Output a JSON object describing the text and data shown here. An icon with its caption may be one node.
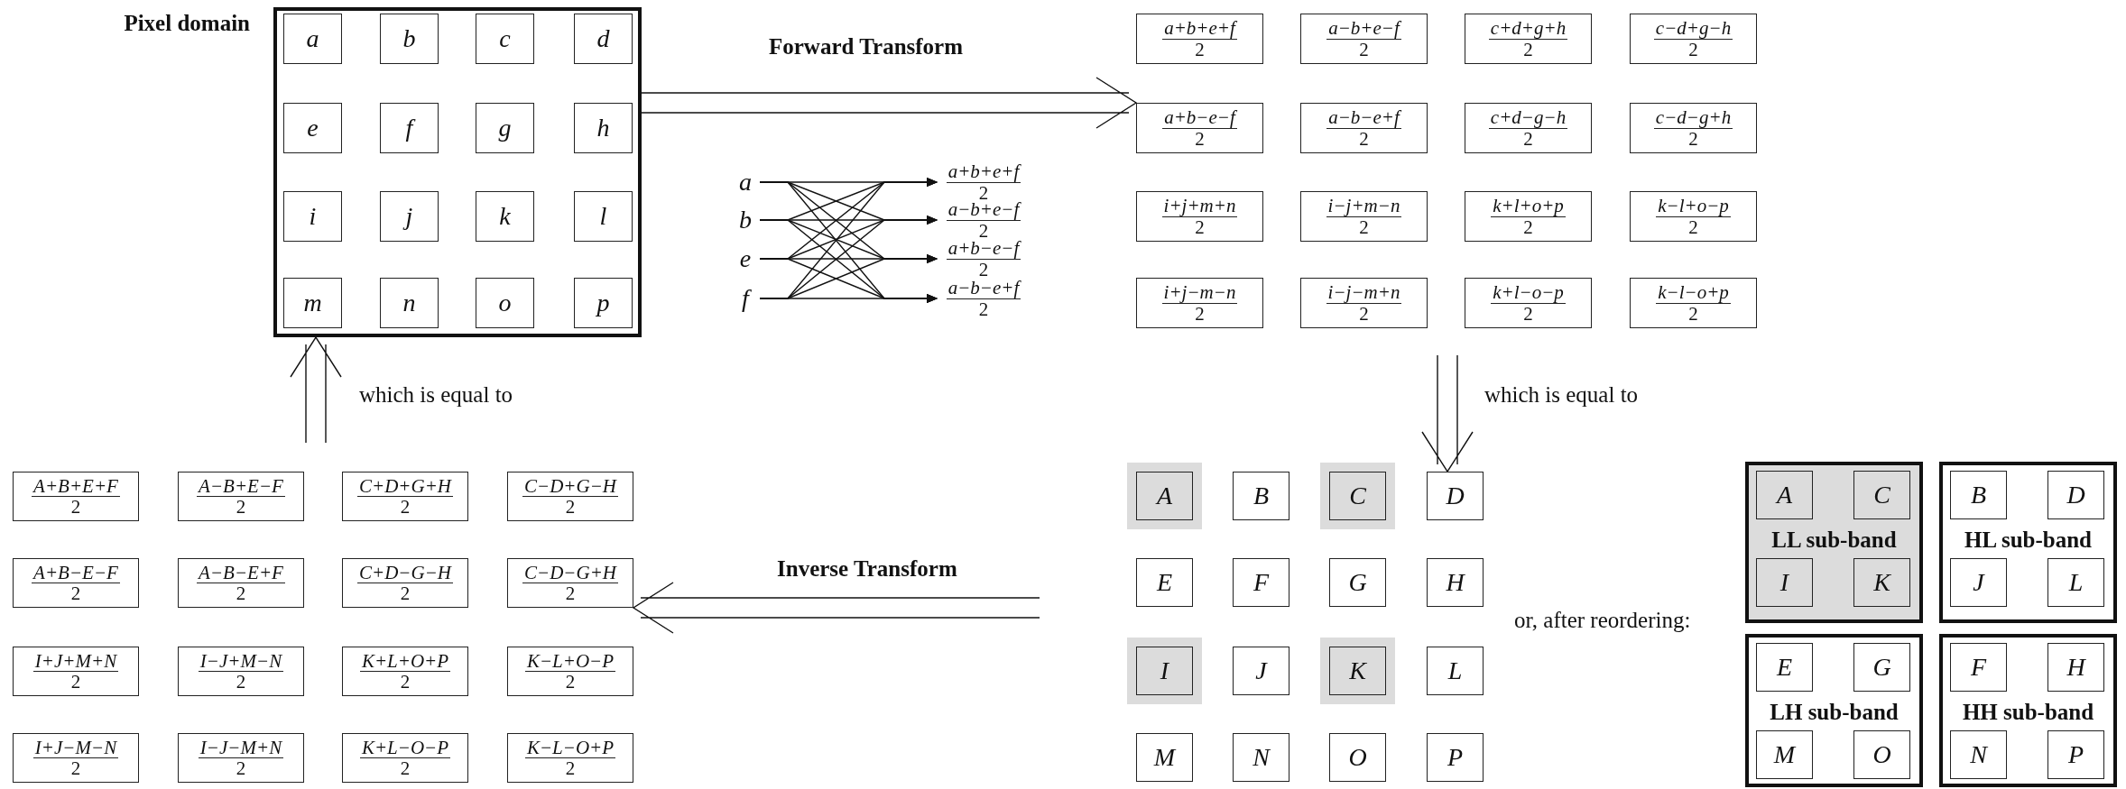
{
  "diagram": {
    "nodes": [
      {
        "text": [
          "Pixel domain"
        ]
      },
      {
        "text": [
          "a"
        ],
        "in": 0
      },
      {
        "text": [
          "b"
        ],
        "in": 0
      },
      {
        "text": [
          "c"
        ],
        "in": 0
      },
      {
        "text": [
          "d"
        ],
        "in": 0
      },
      {
        "text": [
          "e"
        ],
        "in": 0
      },
      {
        "text": [
          "f"
        ],
        "in": 0
      },
      {
        "text": [
          "g"
        ],
        "in": 0
      },
      {
        "text": [
          "h"
        ],
        "in": 0
      },
      {
        "text": [
          "i"
        ],
        "in": 0
      },
      {
        "text": [
          "j"
        ],
        "in": 0
      },
      {
        "text": [
          "k"
        ],
        "in": 0
      },
      {
        "text": [
          "l"
        ],
        "in": 0
      },
      {
        "text": [
          "m"
        ],
        "in": 0
      },
      {
        "text": [
          "n"
        ],
        "in": 0
      },
      {
        "text": [
          "o"
        ],
        "in": 0
      },
      {
        "text": [
          "p"
        ],
        "in": 0
      },
      {
        "text": [
          "a+b+e+f",
          "2"
        ]
      },
      {
        "text": [
          "a−b+e−f",
          "2"
        ]
      },
      {
        "text": [
          "c+d+g+h",
          "2"
        ]
      },
      {
        "text": [
          "c−d+g−h",
          "2"
        ]
      },
      {
        "text": [
          "a+b−e−f",
          "2"
        ]
      },
      {
        "text": [
          "a−b−e+f",
          "2"
        ]
      },
      {
        "text": [
          "c+d−g−h",
          "2"
        ]
      },
      {
        "text": [
          "c−d−g+h",
          "2"
        ]
      },
      {
        "text": [
          "i+j+m+n",
          "2"
        ]
      },
      {
        "text": [
          "i−j+m−n",
          "2"
        ]
      },
      {
        "text": [
          "k+l+o+p",
          "2"
        ]
      },
      {
        "text": [
          "k−l+o−p",
          "2"
        ]
      },
      {
        "text": [
          "i+j−m−n",
          "2"
        ]
      },
      {
        "text": [
          "i−j−m+n",
          "2"
        ]
      },
      {
        "text": [
          "k+l−o−p",
          "2"
        ]
      },
      {
        "text": [
          "k−l−o+p",
          "2"
        ]
      },
      {
        "text": [
          "a"
        ]
      },
      {
        "text": [
          "b"
        ]
      },
      {
        "text": [
          "e"
        ]
      },
      {
        "text": [
          "f"
        ]
      },
      {
        "text": [
          "a+b+e+f",
          "2"
        ]
      },
      {
        "text": [
          "a−b+e−f",
          "2"
        ]
      },
      {
        "text": [
          "a+b−e−f",
          "2"
        ]
      },
      {
        "text": [
          "a−b−e+f",
          "2"
        ]
      },
      {
        "text": [
          "A+B+E+F",
          "2"
        ]
      },
      {
        "text": [
          "A−B+E−F",
          "2"
        ]
      },
      {
        "text": [
          "C+D+G+H",
          "2"
        ]
      },
      {
        "text": [
          "C−D+G−H",
          "2"
        ]
      },
      {
        "text": [
          "A+B−E−F",
          "2"
        ]
      },
      {
        "text": [
          "A−B−E+F",
          "2"
        ]
      },
      {
        "text": [
          "C+D−G−H",
          "2"
        ]
      },
      {
        "text": [
          "C−D−G+H",
          "2"
        ]
      },
      {
        "text": [
          "I+J+M+N",
          "2"
        ]
      },
      {
        "text": [
          "I−J+M−N",
          "2"
        ]
      },
      {
        "text": [
          "K+L+O+P",
          "2"
        ]
      },
      {
        "text": [
          "K−L+O−P",
          "2"
        ]
      },
      {
        "text": [
          "I+J−M−N",
          "2"
        ]
      },
      {
        "text": [
          "I−J−M+N",
          "2"
        ]
      },
      {
        "text": [
          "K+L−O−P",
          "2"
        ]
      },
      {
        "text": [
          "K−L−O+P",
          "2"
        ]
      },
      {
        "text": [
          "A"
        ]
      },
      {
        "text": [
          "B"
        ]
      },
      {
        "text": [
          "C"
        ]
      },
      {
        "text": [
          "D"
        ]
      },
      {
        "text": [
          "E"
        ]
      },
      {
        "text": [
          "F"
        ]
      },
      {
        "text": [
          "G"
        ]
      },
      {
        "text": [
          "H"
        ]
      },
      {
        "text": [
          "I"
        ]
      },
      {
        "text": [
          "J"
        ]
      },
      {
        "text": [
          "K"
        ]
      },
      {
        "text": [
          "L"
        ]
      },
      {
        "text": [
          "M"
        ]
      },
      {
        "text": [
          "N"
        ]
      },
      {
        "text": [
          "O"
        ]
      },
      {
        "text": [
          "P"
        ]
      },
      {
        "text": [
          "LL sub-band"
        ]
      },
      {
        "text": [
          "A"
        ],
        "in": 73
      },
      {
        "text": [
          "C"
        ],
        "in": 73
      },
      {
        "text": [
          "I"
        ],
        "in": 73
      },
      {
        "text": [
          "K"
        ],
        "in": 73
      },
      {
        "text": [
          "HL sub-band"
        ]
      },
      {
        "text": [
          "B"
        ],
        "in": 78
      },
      {
        "text": [
          "D"
        ],
        "in": 78
      },
      {
        "text": [
          "J"
        ],
        "in": 78
      },
      {
        "text": [
          "L"
        ],
        "in": 78
      },
      {
        "text": [
          "LH sub-band"
        ]
      },
      {
        "text": [
          "E"
        ],
        "in": 83
      },
      {
        "text": [
          "G"
        ],
        "in": 83
      },
      {
        "text": [
          "M"
        ],
        "in": 83
      },
      {
        "text": [
          "O"
        ],
        "in": 83
      },
      {
        "text": [
          "HH sub-band"
        ]
      },
      {
        "text": [
          "F"
        ],
        "in": 88
      },
      {
        "text": [
          "H"
        ],
        "in": 88
      },
      {
        "text": [
          "N"
        ],
        "in": 88
      },
      {
        "text": [
          "P"
        ],
        "in": 88
      }
    ],
    "edges": [
      {
        "from": 0,
        "to": 21,
        "arrow": "to",
        "label": "Forward Transform"
      },
      {
        "from": 33,
        "to": 37,
        "arrow": "to"
      },
      {
        "from": 33,
        "to": 38,
        "arrow": "to"
      },
      {
        "from": 33,
        "to": 39,
        "arrow": "to"
      },
      {
        "from": 33,
        "to": 40,
        "arrow": "to"
      },
      {
        "from": 34,
        "to": 37,
        "arrow": "to"
      },
      {
        "from": 34,
        "to": 38,
        "arrow": "to"
      },
      {
        "from": 34,
        "to": 39,
        "arrow": "to"
      },
      {
        "from": 34,
        "to": 40,
        "arrow": "to"
      },
      {
        "from": 35,
        "to": 37,
        "arrow": "to"
      },
      {
        "from": 35,
        "to": 38,
        "arrow": "to"
      },
      {
        "from": 35,
        "to": 39,
        "arrow": "to"
      },
      {
        "from": 35,
        "to": 40,
        "arrow": "to"
      },
      {
        "from": 36,
        "to": 37,
        "arrow": "to"
      },
      {
        "from": 36,
        "to": 38,
        "arrow": "to"
      },
      {
        "from": 36,
        "to": 39,
        "arrow": "to"
      },
      {
        "from": 36,
        "to": 40,
        "arrow": "to"
      },
      {
        "from": null,
        "to": 60,
        "arrow": "to",
        "label": "which is equal to"
      },
      {
        "from": null,
        "to": 48,
        "arrow": "to",
        "label": "Inverse Transform"
      },
      {
        "from": null,
        "to": 0,
        "arrow": "to",
        "label": "which is equal to"
      }
    ],
    "labels": [
      "or, after reordering:"
    ]
  }
}
